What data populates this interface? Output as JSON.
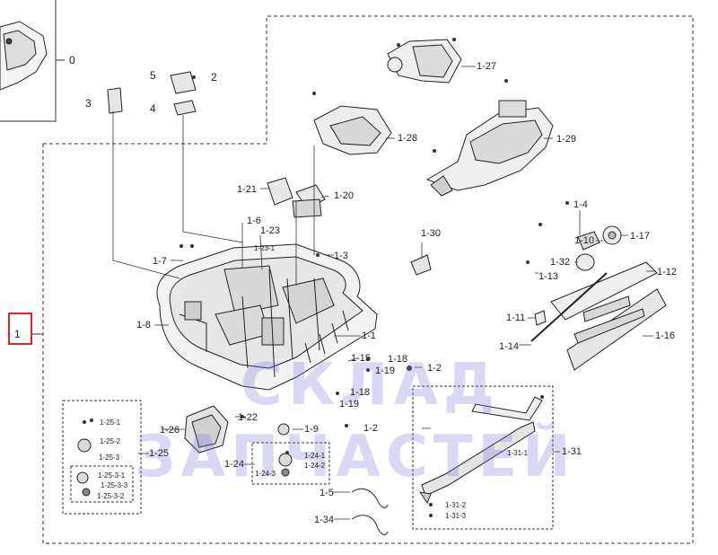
{
  "diagram": {
    "highlight_color": "#e0262b",
    "watermark_color": "#8080e0",
    "watermark": {
      "line1": "СКЛАД",
      "line2": "ЗАПЧАСТЕЙ"
    },
    "labels": {
      "l0": "0",
      "l1": "1",
      "l2": "2",
      "l3": "3",
      "l4": "4",
      "l5": "5",
      "l1_1": "1-1",
      "l1_2a": "1-2",
      "l1_2b": "1-2",
      "l1_3": "1-3",
      "l1_4": "1-4",
      "l1_5": "1-5",
      "l1_6": "1-6",
      "l1_7": "1-7",
      "l1_8": "1-8",
      "l1_9": "1-9",
      "l1_10": "1-10",
      "l1_11": "1-11",
      "l1_12": "1-12",
      "l1_13": "1-13",
      "l1_14": "1-14",
      "l1_15": "1-15",
      "l1_16": "1-16",
      "l1_17": "1-17",
      "l1_18a": "1-18",
      "l1_18b": "1-18",
      "l1_19a": "1-19",
      "l1_19b": "1-19",
      "l1_20": "1-20",
      "l1_21": "1-21",
      "l1_22": "1-22",
      "l1_23": "1-23",
      "l1_23_1": "1-23-1",
      "l1_24": "1-24",
      "l1_24_1": "1-24-1",
      "l1_24_2": "1-24-2",
      "l1_24_3": "1-24-3",
      "l1_25": "1-25",
      "l1_25_1": "1-25-1",
      "l1_25_2": "1-25-2",
      "l1_25_3": "1-25-3",
      "l1_25_3_1": "1-25-3-1",
      "l1_25_3_2": "1-25-3-2",
      "l1_25_3_3": "1-25-3-3",
      "l1_26": "1-26",
      "l1_27": "1-27",
      "l1_28": "1-28",
      "l1_29": "1-29",
      "l1_30": "1-30",
      "l1_31": "1-31",
      "l1_31_1": "1-31-1",
      "l1_31_2": "1-31-2",
      "l1_31_3": "1-31-3",
      "l1_32": "1-32",
      "l1_34": "1-34"
    }
  }
}
